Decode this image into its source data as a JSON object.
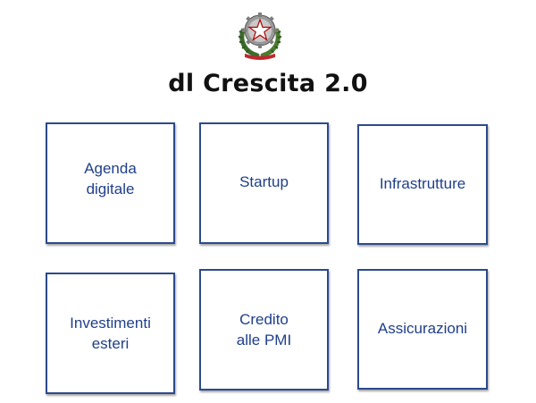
{
  "header": {
    "emblem_icon": "italian-republic-emblem",
    "title": "dl Crescita 2.0"
  },
  "tiles": [
    {
      "label": "Agenda\ndigitale"
    },
    {
      "label": "Startup"
    },
    {
      "label": "Infrastrutture"
    },
    {
      "label": "Investimenti\nesteri"
    },
    {
      "label": "Credito\nalle PMI"
    },
    {
      "label": "Assicurazioni"
    }
  ],
  "colors": {
    "tile_border": "#2c4a8c",
    "tile_text": "#1f3f8a",
    "title_text": "#111111"
  }
}
